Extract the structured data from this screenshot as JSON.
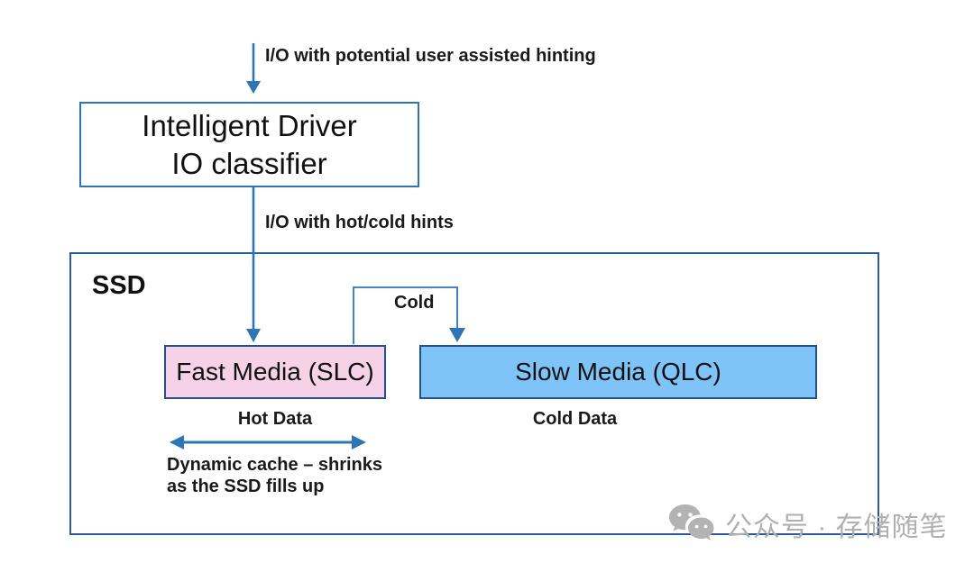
{
  "labels": {
    "top_arrow": "I/O with potential user assisted hinting",
    "driver_box": "Intelligent Driver\nIO classifier",
    "mid_arrow": "I/O with hot/cold hints",
    "ssd": "SSD",
    "fast_media": "Fast Media (SLC)",
    "slow_media": "Slow Media (QLC)",
    "cold": "Cold",
    "hot_data": "Hot Data",
    "cold_data": "Cold Data",
    "cache_note": "Dynamic cache – shrinks\nas the SSD fills up"
  },
  "watermark": {
    "text": "公众号 · 存储随笔",
    "icon": "wechat-icon"
  },
  "colors": {
    "arrow_blue": "#2E75B6",
    "driver_border_blue": "#2E75B6",
    "ssd_border_blue": "#2E5B9E",
    "media_border_blue": "#24508C",
    "fast_media_fill": "#F6D2E8",
    "slow_media_fill": "#7EC4F8",
    "text_black": "#1a1a1a",
    "watermark_gray": "#B0B0B0"
  }
}
